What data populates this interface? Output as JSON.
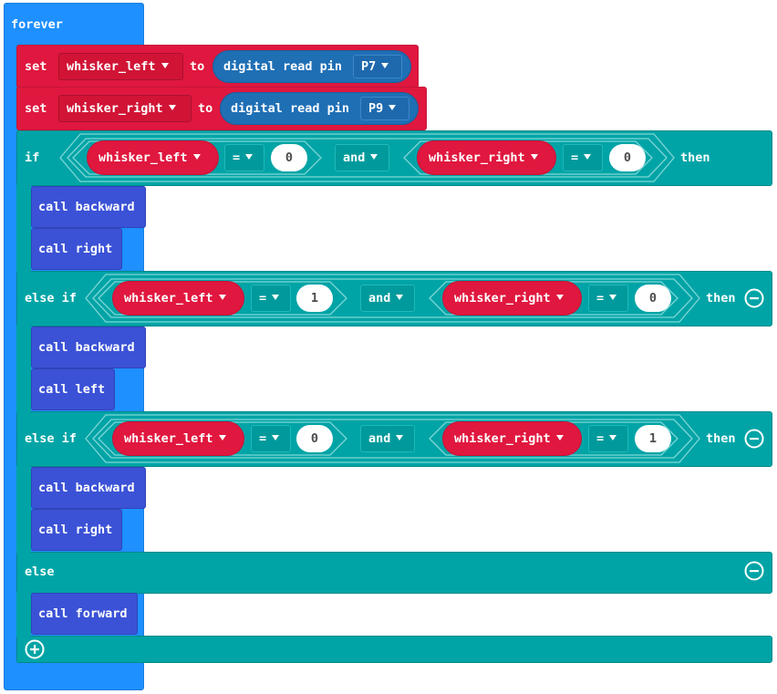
{
  "forever": {
    "label": "forever"
  },
  "sets": [
    {
      "set_label": "set",
      "variable": "whisker_left",
      "to_label": "to",
      "func": "digital read pin",
      "pin": "P7"
    },
    {
      "set_label": "set",
      "variable": "whisker_right",
      "to_label": "to",
      "func": "digital read pin",
      "pin": "P9"
    }
  ],
  "if_block": {
    "if_label": "if",
    "then_label": "then",
    "else_if_label": "else if",
    "else_label": "else",
    "and_label": "and",
    "eq_label": "=",
    "conditions": [
      {
        "left_var": "whisker_left",
        "left_val": "0",
        "right_var": "whisker_right",
        "right_val": "0"
      },
      {
        "left_var": "whisker_left",
        "left_val": "1",
        "right_var": "whisker_right",
        "right_val": "0"
      },
      {
        "left_var": "whisker_left",
        "left_val": "0",
        "right_var": "whisker_right",
        "right_val": "1"
      }
    ],
    "branches": [
      [
        "call backward",
        "call right"
      ],
      [
        "call backward",
        "call left"
      ],
      [
        "call backward",
        "call right"
      ],
      [
        "call forward"
      ]
    ]
  },
  "icons": {
    "remove": "minus-circle-icon",
    "add": "plus-circle-icon",
    "dropdown": "caret-down-icon"
  },
  "colors": {
    "forever": "#1e90ff",
    "variables": "#e0173e",
    "pins": "#1f6fb5",
    "logic": "#00a4a6",
    "functions": "#3b52d6"
  }
}
